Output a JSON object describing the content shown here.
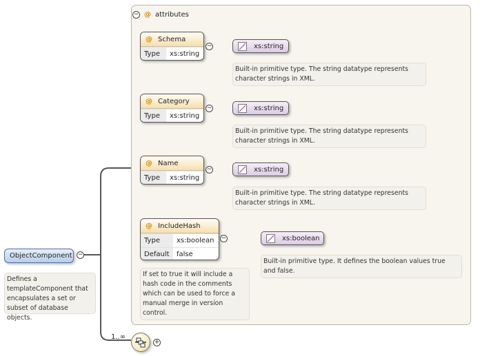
{
  "root": {
    "name": "ObjectComponent",
    "doc": "Defines a templateComponent that encapsulates a set or subset of database objects."
  },
  "group": {
    "label": "attributes"
  },
  "icons": {
    "attribute": "@",
    "collapse": "−",
    "expand": "+"
  },
  "attributes": [
    {
      "name": "Schema",
      "type_key": "Type",
      "type_value": "xs:string",
      "type_ref": "xs:string",
      "type_doc": "Built-in primitive type. The string datatype represents character strings in XML."
    },
    {
      "name": "Category",
      "type_key": "Type",
      "type_value": "xs:string",
      "type_ref": "xs:string",
      "type_doc": "Built-in primitive type. The string datatype represents character strings in XML."
    },
    {
      "name": "Name",
      "type_key": "Type",
      "type_value": "xs:string",
      "type_ref": "xs:string",
      "type_doc": "Built-in primitive type. The string datatype represents character strings in XML."
    },
    {
      "name": "IncludeHash",
      "type_key": "Type",
      "type_value": "xs:boolean",
      "default_key": "Default",
      "default_value": "false",
      "doc": "If set to true it will include a hash code in the comments which can be used to force a manual merge in version control.",
      "type_ref": "xs:boolean",
      "type_doc": "Built-in primitive type. It defines the boolean values true and false."
    }
  ],
  "sequence": {
    "cardinality": "1..∞"
  },
  "colors": {
    "attribute_header": "#f7dfae",
    "type_box": "#dccbe4",
    "root_box": "#b8cde9",
    "group_bg": "#f8f5ee"
  }
}
